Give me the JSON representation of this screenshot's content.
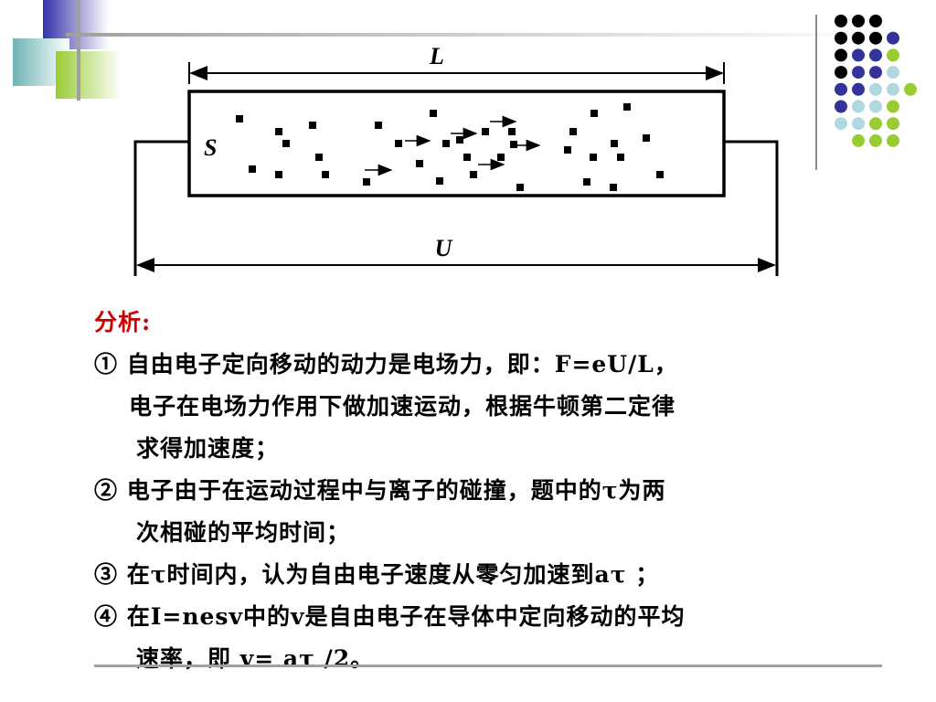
{
  "diagram": {
    "label_length": "L",
    "label_voltage": "U",
    "label_section": "S"
  },
  "analysis": {
    "heading": "分析:",
    "lines": [
      "① 自由电子定向移动的动力是电场力，即：F=eU/L，",
      "电子在电场力作用下做加速运动，根据牛顿第二定律",
      "求得加速度；",
      "② 电子由于在运动过程中与离子的碰撞，题中的τ为两",
      "次相碰的平均时间；",
      "③ 在τ时间内，认为自由电子速度从零匀加速到aτ ；",
      "④ 在I=nesv中的v是自由电子在导体中定向移动的平均",
      "速率，即 v= aτ /2。"
    ]
  },
  "colors": {
    "heading": "#cc0000",
    "dot_black": "#000000",
    "dot_navy": "#333399",
    "dot_lightblue": "#b0d8e0",
    "dot_green": "#99cc33",
    "deco_purple": "#4444aa",
    "deco_teal": "#66aaaa",
    "deco_green": "#99cc33"
  }
}
